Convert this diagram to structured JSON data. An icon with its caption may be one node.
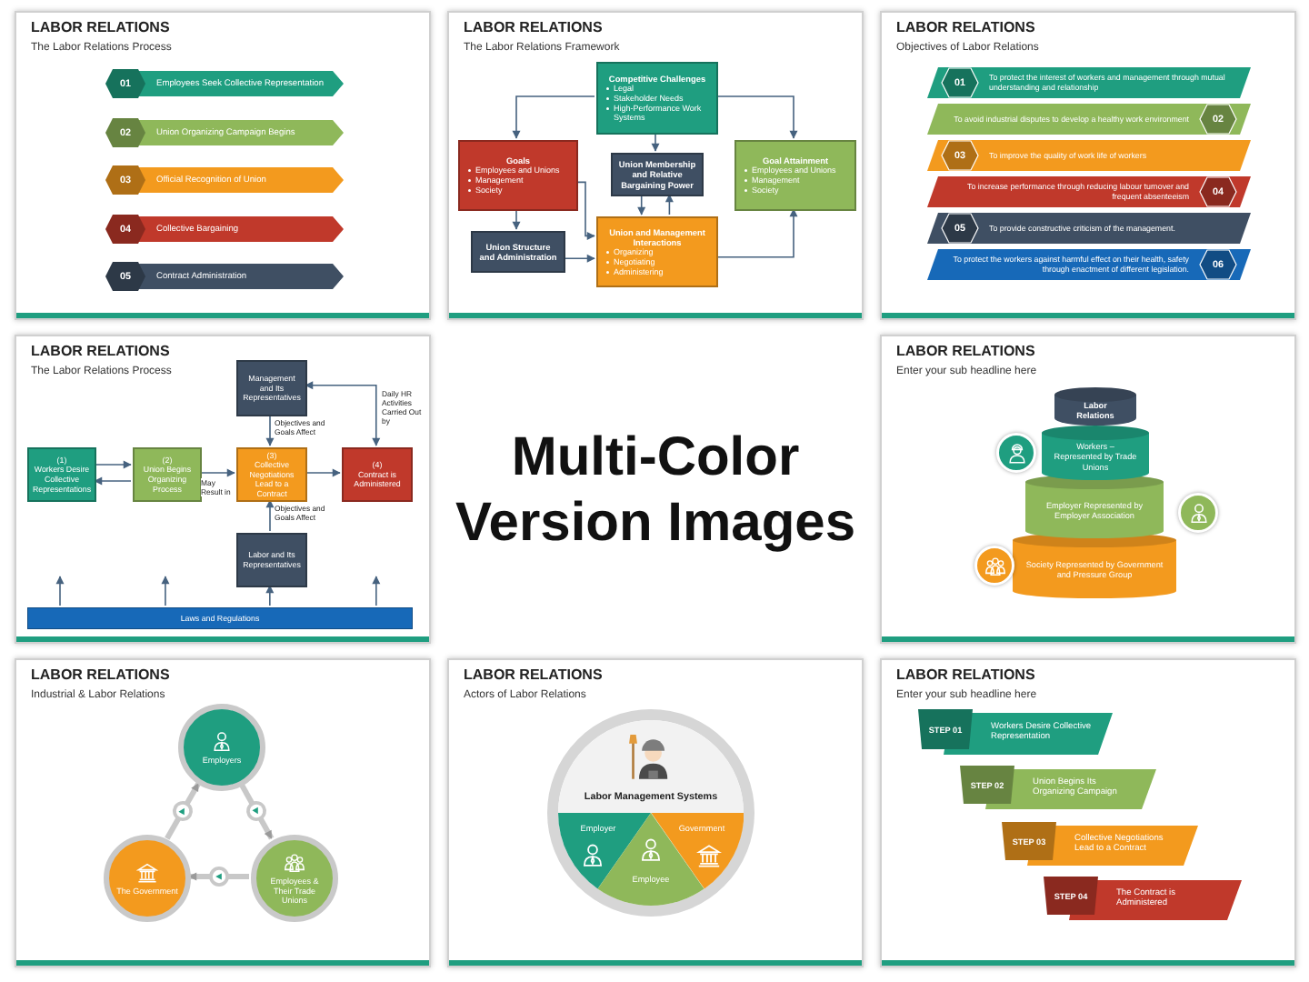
{
  "diagram": {
    "nodes": [
      {
        "text": [
          "LABOR RELATIONS",
          "The Labor Relations Process"
        ]
      },
      {
        "text": [
          "01",
          "Employees Seek Collective Representation"
        ],
        "in": 0
      },
      {
        "text": [
          "02",
          "Union Organizing Campaign Begins"
        ],
        "in": 0
      },
      {
        "text": [
          "03",
          "Official Recognition of Union"
        ],
        "in": 0
      },
      {
        "text": [
          "04",
          "Collective Bargaining"
        ],
        "in": 0
      },
      {
        "text": [
          "05",
          "Contract Administration"
        ],
        "in": 0
      },
      {
        "text": [
          "LABOR RELATIONS",
          "The Labor Relations Framework"
        ]
      },
      {
        "text": [
          "Competitive Challenges",
          "Legal",
          "Stakeholder Needs",
          "High-Performance Work Systems"
        ],
        "in": 6
      },
      {
        "text": [
          "Goals",
          "Employees and Unions",
          "Management",
          "Society"
        ],
        "in": 6
      },
      {
        "text": [
          "Union Membership and Relative Bargaining Power"
        ],
        "in": 6
      },
      {
        "text": [
          "Goal Attainment",
          "Employees and Unions",
          "Management",
          "Society"
        ],
        "in": 6
      },
      {
        "text": [
          "Union Structure and Administration"
        ],
        "in": 6
      },
      {
        "text": [
          "Union and Management Interactions",
          "Organizing",
          "Negotiating",
          "Administering"
        ],
        "in": 6
      },
      {
        "text": [
          "LABOR RELATIONS",
          "Objectives of Labor Relations"
        ]
      },
      {
        "text": [
          "01",
          "To protect the interest of workers and management through mutual understanding and relationship"
        ],
        "in": 13
      },
      {
        "text": [
          "To avoid industrial disputes to develop a healthy work environment",
          "02"
        ],
        "in": 13
      },
      {
        "text": [
          "03",
          "To improve the quality of work life of workers"
        ],
        "in": 13
      },
      {
        "text": [
          "To increase performance through reducing labour turnover and frequent absenteeism",
          "04"
        ],
        "in": 13
      },
      {
        "text": [
          "05",
          "To provide constructive criticism of the management."
        ],
        "in": 13
      },
      {
        "text": [
          "To protect the workers against harmful effect on their health, safety through enactment of different legislation.",
          "06"
        ],
        "in": 13
      },
      {
        "text": [
          "LABOR RELATIONS",
          "The Labor Relations Process"
        ]
      },
      {
        "text": [
          "Management and Its Representatives"
        ],
        "in": 20
      },
      {
        "text": [
          "(1)",
          "Workers Desire Collective Representations"
        ],
        "in": 20
      },
      {
        "text": [
          "(2)",
          "Union Begins Organizing Process"
        ],
        "in": 20
      },
      {
        "text": [
          "(3)",
          "Collective Negotiations Lead to a Contract"
        ],
        "in": 20
      },
      {
        "text": [
          "(4)",
          "Contract is Administered"
        ],
        "in": 20
      },
      {
        "text": [
          "Labor and Its Representatives"
        ],
        "in": 20
      },
      {
        "text": [
          "Laws and Regulations"
        ],
        "in": 20
      },
      {
        "text": [
          "LABOR RELATIONS",
          "Enter your sub headline here"
        ]
      },
      {
        "text": [
          "Labor Relations"
        ],
        "in": 28
      },
      {
        "text": [
          "Workers – Represented by Trade Unions"
        ],
        "in": 28
      },
      {
        "text": [
          "Employer Represented by Employer Association"
        ],
        "in": 28
      },
      {
        "text": [
          "Society Represented by Government and Pressure Group"
        ],
        "in": 28
      },
      {
        "text": [
          "LABOR RELATIONS",
          "Industrial & Labor Relations"
        ]
      },
      {
        "text": [
          "Employers"
        ],
        "in": 33
      },
      {
        "text": [
          "The Government"
        ],
        "in": 33
      },
      {
        "text": [
          "Employees & Their Trade Unions"
        ],
        "in": 33
      },
      {
        "text": [
          "LABOR RELATIONS",
          "Actors of Labor Relations"
        ]
      },
      {
        "text": [
          "Labor Management Systems"
        ],
        "in": 37
      },
      {
        "text": [
          "Employer"
        ],
        "in": 37
      },
      {
        "text": [
          "Government"
        ],
        "in": 37
      },
      {
        "text": [
          "Employee"
        ],
        "in": 37
      },
      {
        "text": [
          "LABOR RELATIONS",
          "Enter your sub headline here"
        ]
      },
      {
        "text": [
          "STEP 01",
          "Workers Desire Collective Representation"
        ],
        "in": 42
      },
      {
        "text": [
          "STEP 02",
          "Union Begins Its Organizing Campaign"
        ],
        "in": 42
      },
      {
        "text": [
          "STEP 03",
          "Collective Negotiations Lead to a Contract"
        ],
        "in": 42
      },
      {
        "text": [
          "STEP 04",
          "The Contract is Administered"
        ],
        "in": 42
      }
    ],
    "edges": [
      {
        "from": 7,
        "to": 8,
        "arrow": "to"
      },
      {
        "from": 7,
        "to": 10,
        "arrow": "to"
      },
      {
        "from": 7,
        "to": 9,
        "arrow": "to"
      },
      {
        "from": 8,
        "to": 11,
        "arrow": "to"
      },
      {
        "from": 8,
        "to": 12,
        "arrow": "to"
      },
      {
        "from": 11,
        "to": 12,
        "arrow": "to"
      },
      {
        "from": 9,
        "to": 12,
        "arrow": "to"
      },
      {
        "from": 12,
        "to": 9,
        "arrow": "to"
      },
      {
        "from": 12,
        "to": 10,
        "arrow": "to"
      },
      {
        "from": 22,
        "to": 23,
        "arrow": "to"
      },
      {
        "from": 23,
        "to": 22,
        "arrow": "to"
      },
      {
        "from": 23,
        "to": 24,
        "arrow": "to",
        "label": "May Result in"
      },
      {
        "from": 21,
        "to": 24,
        "arrow": "to",
        "label": "Objectives and Goals Affect"
      },
      {
        "from": 26,
        "to": 24,
        "arrow": "to",
        "label": "Objectives and Goals Affect"
      },
      {
        "from": 24,
        "to": 25,
        "arrow": "to"
      },
      {
        "from": 25,
        "to": 21,
        "arrow": "both",
        "label": "Daily HR Activities Carried Out by"
      },
      {
        "from": 27,
        "to": null,
        "arrow": "to"
      },
      {
        "from": 27,
        "to": null,
        "arrow": "to"
      },
      {
        "from": 27,
        "to": 26,
        "arrow": "to"
      },
      {
        "from": 27,
        "to": null,
        "arrow": "to"
      },
      {
        "from": 34,
        "to": 36,
        "arrow": "to",
        "style": "thick",
        "color": "#c8c8c8"
      },
      {
        "from": 36,
        "to": 35,
        "arrow": "to",
        "style": "thick",
        "color": "#c8c8c8"
      },
      {
        "from": 35,
        "to": 34,
        "arrow": "to",
        "style": "thick",
        "color": "#c8c8c8"
      }
    ],
    "labels": [
      "Multi-Color Version Images"
    ]
  }
}
